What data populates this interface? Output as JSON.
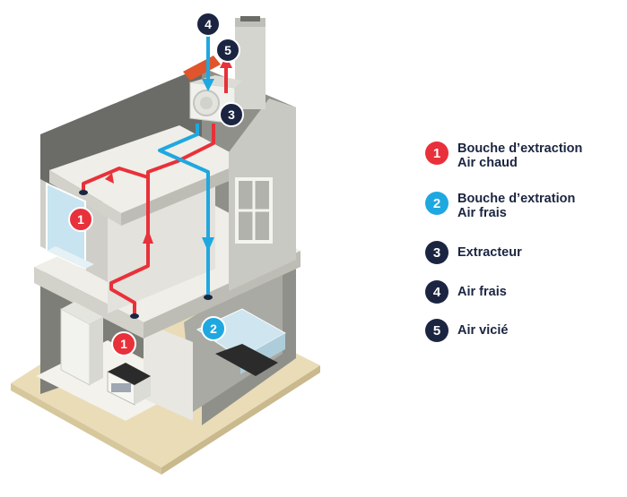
{
  "colors": {
    "red": "#e8313a",
    "blue": "#1fa8e0",
    "navy": "#1b2541",
    "wall": "#d9d9d3",
    "wall_dark": "#8f908a",
    "floor": "#efeee8",
    "ground": "#e9dcb7",
    "chimney_pipe": "#e0552b"
  },
  "legend": [
    {
      "number": "1",
      "color_key": "red",
      "line1": "Bouche d’extraction",
      "line2": "Air chaud"
    },
    {
      "number": "2",
      "color_key": "blue",
      "line1": "Bouche d’extration",
      "line2": "Air frais"
    },
    {
      "number": "3",
      "color_key": "navy",
      "line1": "Extracteur",
      "line2": ""
    },
    {
      "number": "4",
      "color_key": "navy",
      "line1": "Air frais",
      "line2": ""
    },
    {
      "number": "5",
      "color_key": "navy",
      "line1": "Air vicié",
      "line2": ""
    }
  ],
  "diagram_badges": {
    "bathroom_vent": "1",
    "kitchen_vent": "1",
    "living_vent": "2",
    "extractor": "3",
    "fresh_air_intake": "4",
    "stale_air_outlet": "5"
  }
}
